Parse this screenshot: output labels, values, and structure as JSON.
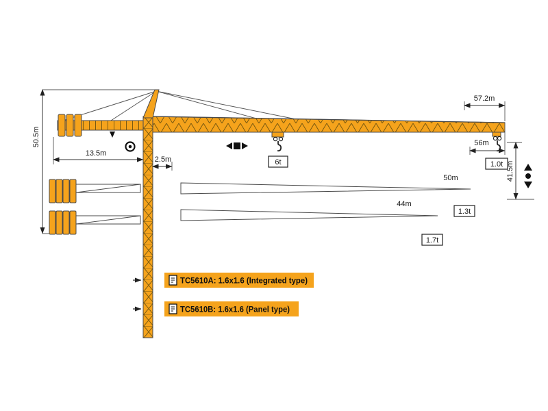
{
  "dims": {
    "tower_height": "50.5m",
    "counter_jib_radius": "13.5m",
    "jib_offset": "2.5m",
    "jib_length_full": "57.2m",
    "tip_radius": "56m",
    "hook_height": "41.5m",
    "jib_length_50": "50m",
    "jib_length_44": "44m"
  },
  "loads": {
    "max_mid": "6t",
    "tip_56": "1.0t",
    "tip_50": "1.3t",
    "tip_44": "1.7t"
  },
  "models": [
    {
      "label": "TC5610A: 1.6x1.6 (Integrated type)"
    },
    {
      "label": "TC5610B: 1.6x1.6 (Panel type)"
    }
  ],
  "colors": {
    "crane_orange": "#F5A31C",
    "lattice": "#7a5a10",
    "line": "#333333"
  }
}
